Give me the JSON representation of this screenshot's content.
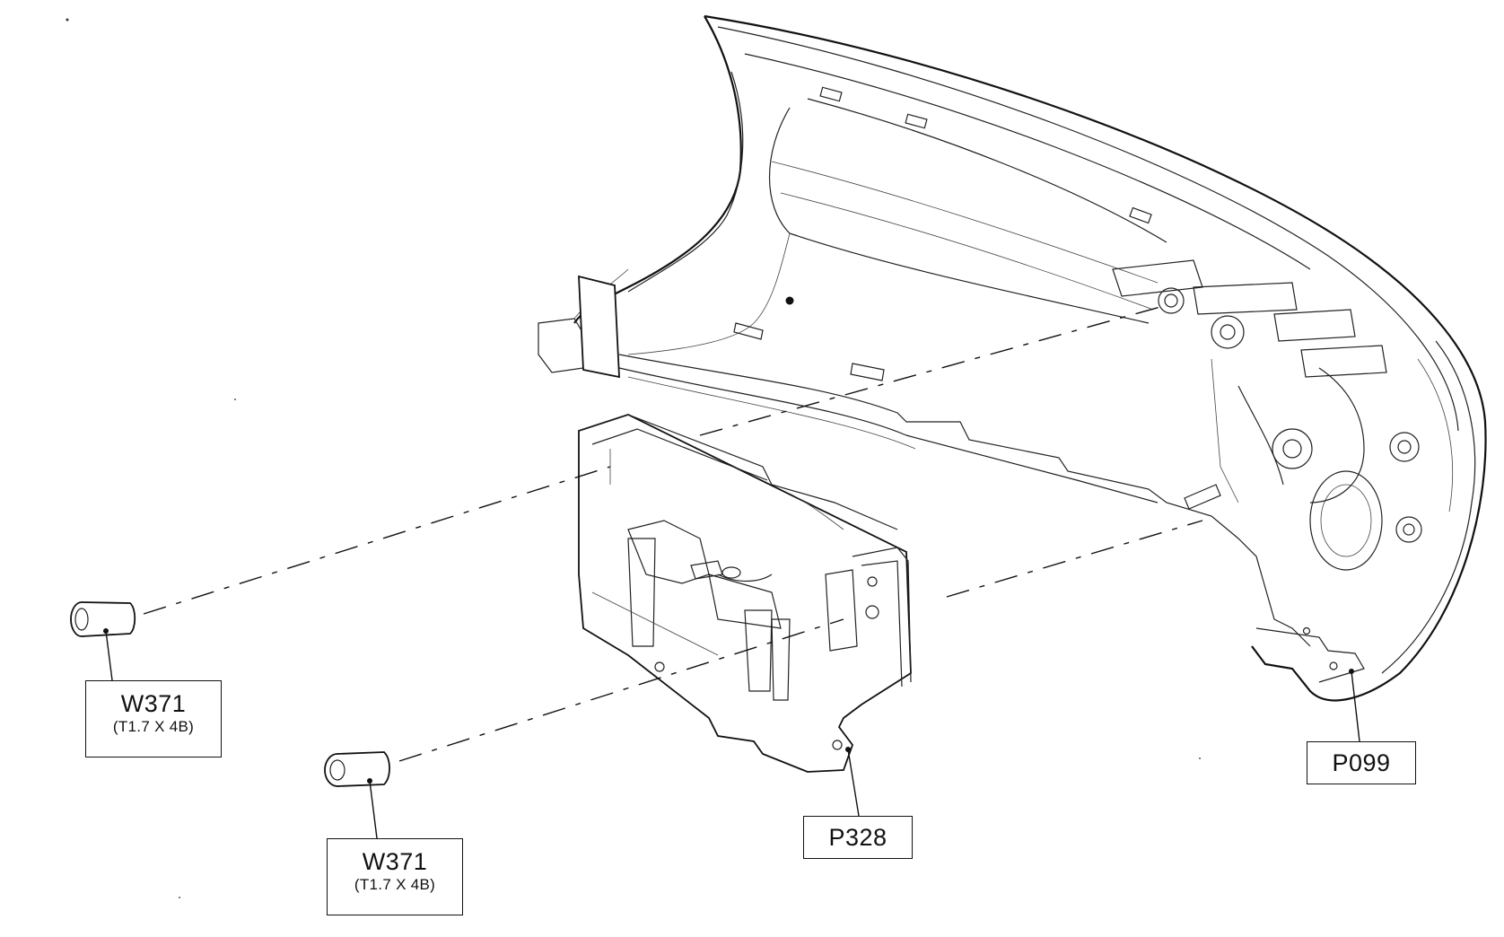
{
  "parts": [
    {
      "code": "W371",
      "spec": "(T1.7 X 4B)"
    },
    {
      "code": "W371",
      "spec": "(T1.7 X 4B)"
    },
    {
      "code": "P328"
    },
    {
      "code": "P099"
    }
  ]
}
